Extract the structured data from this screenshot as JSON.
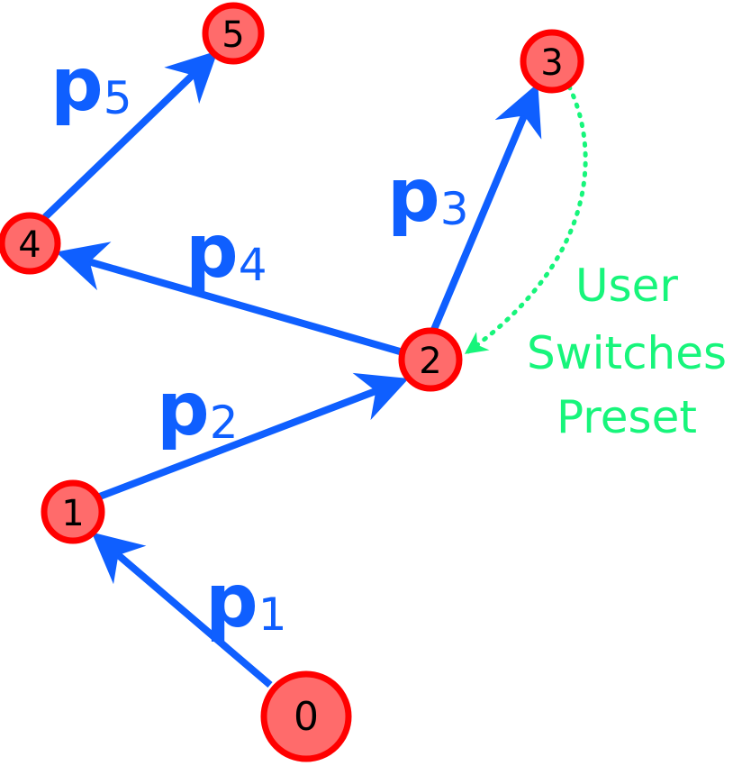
{
  "colors": {
    "arrow": "#0f5fff",
    "node_fill": "#ff6b6b",
    "node_stroke": "#ff0000",
    "node_text": "#000000",
    "annotation": "#17f57b",
    "background": "#ffffff"
  },
  "nodes": [
    {
      "id": "0",
      "label": "0"
    },
    {
      "id": "1",
      "label": "1"
    },
    {
      "id": "2",
      "label": "2"
    },
    {
      "id": "3",
      "label": "3"
    },
    {
      "id": "4",
      "label": "4"
    },
    {
      "id": "5",
      "label": "5"
    }
  ],
  "edges": [
    {
      "from": "0",
      "to": "1",
      "label_bold": "p",
      "label_sub": "1"
    },
    {
      "from": "1",
      "to": "2",
      "label_bold": "p",
      "label_sub": "2"
    },
    {
      "from": "2",
      "to": "3",
      "label_bold": "p",
      "label_sub": "3"
    },
    {
      "from": "2",
      "to": "4",
      "label_bold": "p",
      "label_sub": "4"
    },
    {
      "from": "4",
      "to": "5",
      "label_bold": "p",
      "label_sub": "5"
    }
  ],
  "dotted_edge": {
    "from": "3",
    "to": "2",
    "style": "dotted"
  },
  "annotation": {
    "lines": [
      "User",
      "Switches",
      "Preset"
    ]
  }
}
